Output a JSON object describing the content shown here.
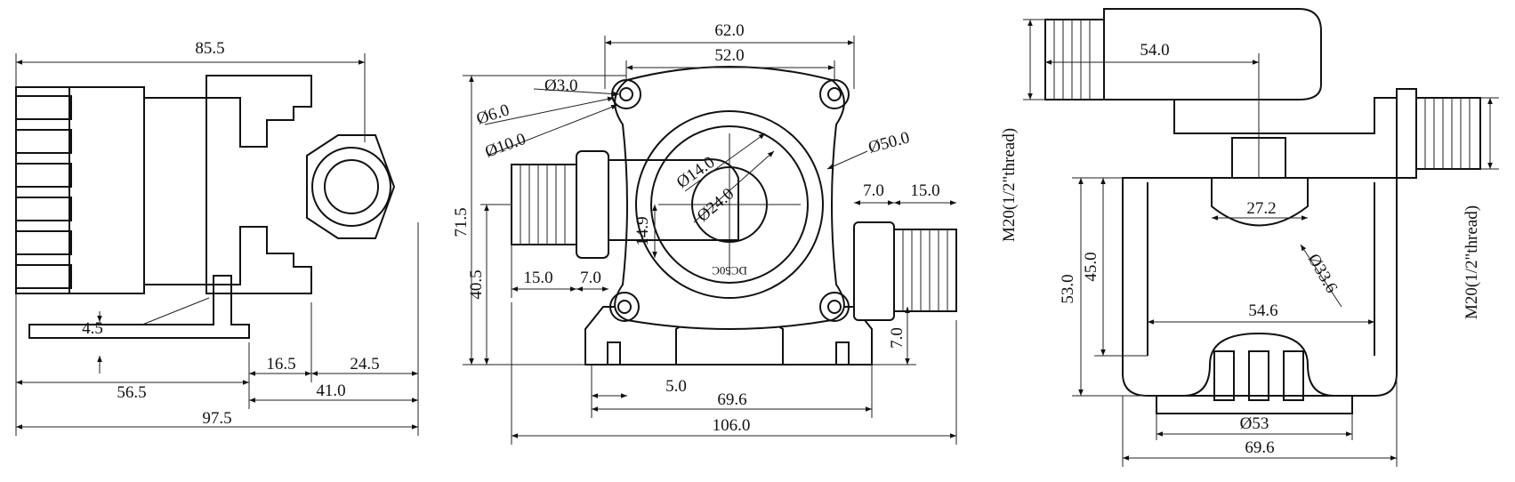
{
  "views": {
    "side": {
      "dims": [
        "85.5",
        "4.5",
        "16.5",
        "24.5",
        "56.5",
        "41.0",
        "97.5"
      ]
    },
    "front": {
      "dims": [
        "62.0",
        "52.0",
        "Ø3.0",
        "Ø6.0",
        "Ø10.0",
        "Ø50.0",
        "Ø14.0",
        "Ø24.0",
        "7.0",
        "15.0",
        "71.5",
        "14.9",
        "40.5",
        "15.0",
        "7.0",
        "7.0",
        "5.0",
        "69.6",
        "106.0"
      ],
      "logo": "DC50C"
    },
    "rear": {
      "dims": [
        "54.0",
        "M20(1/2\"thread)",
        "27.2",
        "45.0",
        "53.0",
        "Ø33.6",
        "54.6",
        "M20(1/2\"thread)",
        "Ø53",
        "69.6"
      ]
    }
  }
}
